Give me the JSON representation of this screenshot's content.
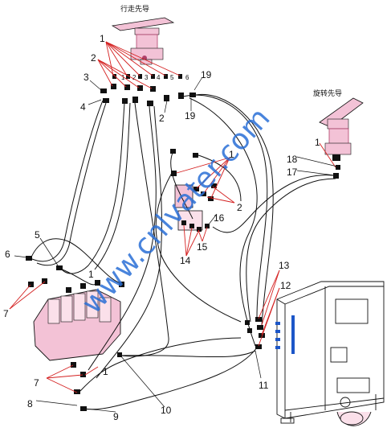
{
  "titles": {
    "travel_pedal": "行走先导",
    "swing_pedal": "旋转先导"
  },
  "watermark": "www.cnlvater.com",
  "colors": {
    "line": "#111111",
    "callout": "#d42020",
    "pedal": "#f3c2d6",
    "pedal_dark": "#b0406a",
    "port_blue": "#1c56c8",
    "tank_red": "#c0304e",
    "watermark": "#2a6fd6"
  },
  "port_numbers": [
    "1",
    "2",
    "3",
    "4",
    "5",
    "6"
  ],
  "callouts": {
    "c1_top": "1",
    "c2_top": "2",
    "c3": "3",
    "c4": "4",
    "c19_top": "19",
    "c2_mid": "2",
    "c19_mid": "19",
    "c1_right": "1",
    "c18": "18",
    "c17": "17",
    "c1_center": "1",
    "c2_center": "2",
    "c16": "16",
    "c15": "15",
    "c14": "14",
    "c5": "5",
    "c6": "6",
    "c1_left": "1",
    "c7_upper": "7",
    "c13": "13",
    "c12": "12",
    "c11": "11",
    "c1_bottom": "1",
    "c7_lower": "7",
    "c8": "8",
    "c9": "9",
    "c10": "10"
  }
}
